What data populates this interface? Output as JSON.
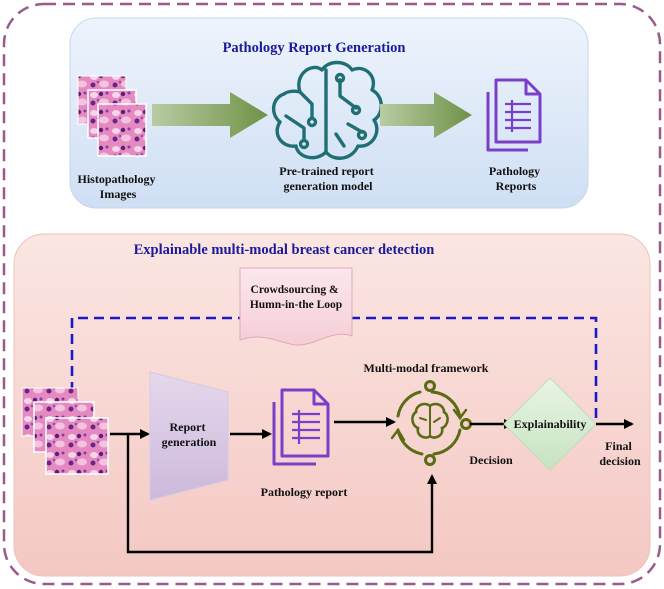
{
  "top_panel": {
    "title": "Pathology Report Generation",
    "input_label": [
      "Histopathology",
      "Images"
    ],
    "model_label": [
      "Pre-trained report",
      "generation model"
    ],
    "output_label": [
      "Pathology",
      "Reports"
    ]
  },
  "bottom_panel": {
    "title": "Explainable multi-modal breast cancer detection",
    "crowd_label": [
      "Crowdsourcing &",
      "Humn-in-the Loop"
    ],
    "framework_label": "Multi-modal framework",
    "report_gen_label": [
      "Report",
      "generation"
    ],
    "pathology_report_label": "Pathology report",
    "decision_label": "Decision",
    "explainability_label": "Explainability",
    "final_decision_label": [
      "Final",
      "decision"
    ]
  },
  "colors": {
    "outer_border": "#9b5a8e",
    "top_panel_fill": "#dbe8f8",
    "bottom_panel_fill": "#f8d4d0",
    "title_color": "#1a1a9a",
    "brain_icon": "#1f6f74",
    "document_icon": "#7a3fc8",
    "framework_icon": "#5a6b14",
    "green_arrow": "#7a9a55",
    "dashed_line": "#1a1ac8",
    "explain_fill": "#d6ecd2"
  }
}
